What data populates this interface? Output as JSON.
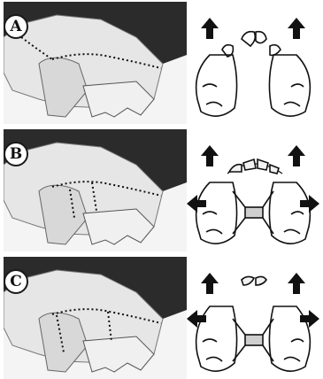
{
  "panels": [
    {
      "label": "A"
    },
    {
      "label": "B"
    },
    {
      "label": "C"
    }
  ],
  "colors": {
    "ink": "#111111",
    "bone": "#e8e8e8",
    "dark": "#3a3a3a",
    "fragment": "#cfcfcf"
  },
  "icons": [
    "arrow-up-icon",
    "arrow-left-icon",
    "arrow-right-icon",
    "fracture-line"
  ]
}
